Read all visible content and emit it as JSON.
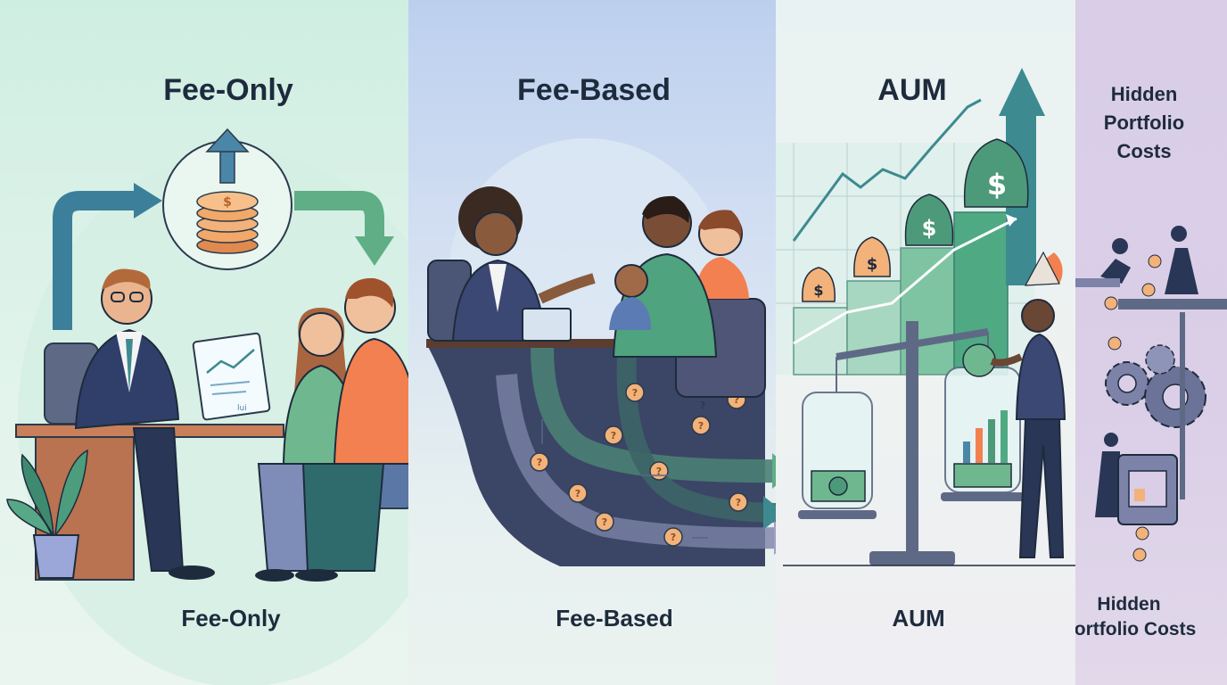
{
  "panels": {
    "fee_only": {
      "title": "Fee-Only",
      "caption": "Fee-Only",
      "chart_mark": "lui"
    },
    "fee_based": {
      "title": "Fee-Based",
      "caption": "Fee-Based",
      "question_mark": "?"
    },
    "aum": {
      "title": "AUM",
      "caption": "AUM",
      "dollar_sign": "$"
    },
    "hidden_costs": {
      "title_lines": [
        "Hidden",
        "Portfolio",
        "Costs"
      ],
      "caption_lines": [
        "Hidden",
        "Portfolio Costs"
      ],
      "percent_sign": "%"
    }
  },
  "icons": [
    "coin-stack-icon",
    "up-arrow-icon",
    "money-bag-icon",
    "balance-scale-icon",
    "gear-icon",
    "glass-jar-icon",
    "plant-icon"
  ],
  "colors": {
    "fee_only_bg": "#cfeee2",
    "fee_based_bg": "#bcd0ee",
    "aum_bg": "#e9f2f2",
    "hidden_bg": "#d9cde8",
    "navy": "#1e2b3d",
    "teal": "#3d8a90",
    "green": "#5fb486",
    "coin": "#f2b27a"
  }
}
